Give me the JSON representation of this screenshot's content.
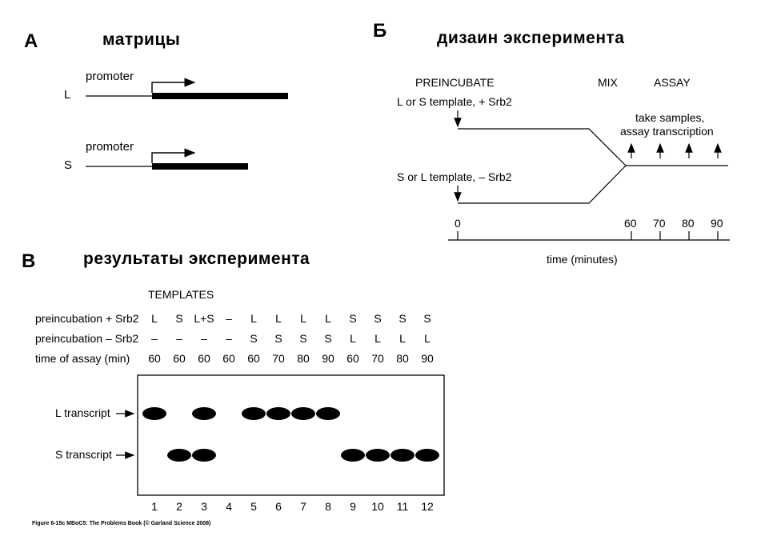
{
  "panel_a": {
    "letter": "A",
    "title": "матрицы",
    "promoter_label": "promoter",
    "templates": [
      {
        "name": "L"
      },
      {
        "name": "S"
      }
    ]
  },
  "panel_b_design": {
    "letter": "Б",
    "title": "дизаин эксперимента",
    "phases": {
      "preincubate": "PREINCUBATE",
      "mix": "MIX",
      "assay": "ASSAY"
    },
    "upper_branch_label": "L or S template,  + Srb2",
    "lower_branch_label": "S or L template,  – Srb2",
    "samples_label_line1": "take samples,",
    "samples_label_line2": "assay transcription",
    "axis_ticks": [
      "0",
      "60",
      "70",
      "80",
      "90"
    ],
    "axis_label": "time (minutes)"
  },
  "panel_b_results": {
    "letter": "B",
    "title": "результаты эксперимента",
    "templates_header": "TEMPLATES",
    "row_labels": {
      "plus": "preincubation + Srb2",
      "minus": "preincubation – Srb2",
      "time": "time of assay (min)"
    },
    "lanes": [
      {
        "num": "1",
        "plus": "L",
        "minus": "–",
        "time": "60",
        "L": 1,
        "S": 0
      },
      {
        "num": "2",
        "plus": "S",
        "minus": "–",
        "time": "60",
        "L": 0,
        "S": 1
      },
      {
        "num": "3",
        "plus": "L+S",
        "minus": "–",
        "time": "60",
        "L": 1,
        "S": 1
      },
      {
        "num": "4",
        "plus": "–",
        "minus": "–",
        "time": "60",
        "L": 0,
        "S": 0
      },
      {
        "num": "5",
        "plus": "L",
        "minus": "S",
        "time": "60",
        "L": 1,
        "S": 0
      },
      {
        "num": "6",
        "plus": "L",
        "minus": "S",
        "time": "70",
        "L": 1,
        "S": 0
      },
      {
        "num": "7",
        "plus": "L",
        "minus": "S",
        "time": "80",
        "L": 1,
        "S": 0
      },
      {
        "num": "8",
        "plus": "L",
        "minus": "S",
        "time": "90",
        "L": 1,
        "S": 0
      },
      {
        "num": "9",
        "plus": "S",
        "minus": "L",
        "time": "60",
        "L": 0,
        "S": 1
      },
      {
        "num": "10",
        "plus": "S",
        "minus": "L",
        "time": "70",
        "L": 0,
        "S": 1
      },
      {
        "num": "11",
        "plus": "S",
        "minus": "L",
        "time": "80",
        "L": 0,
        "S": 1
      },
      {
        "num": "12",
        "plus": "S",
        "minus": "L",
        "time": "90",
        "L": 0,
        "S": 1
      }
    ],
    "band_labels": {
      "L": "L transcript",
      "S": "S transcript"
    },
    "credit": "Figure 6-15c  MBoC5: The Problems Book (© Garland Science 2008)"
  }
}
